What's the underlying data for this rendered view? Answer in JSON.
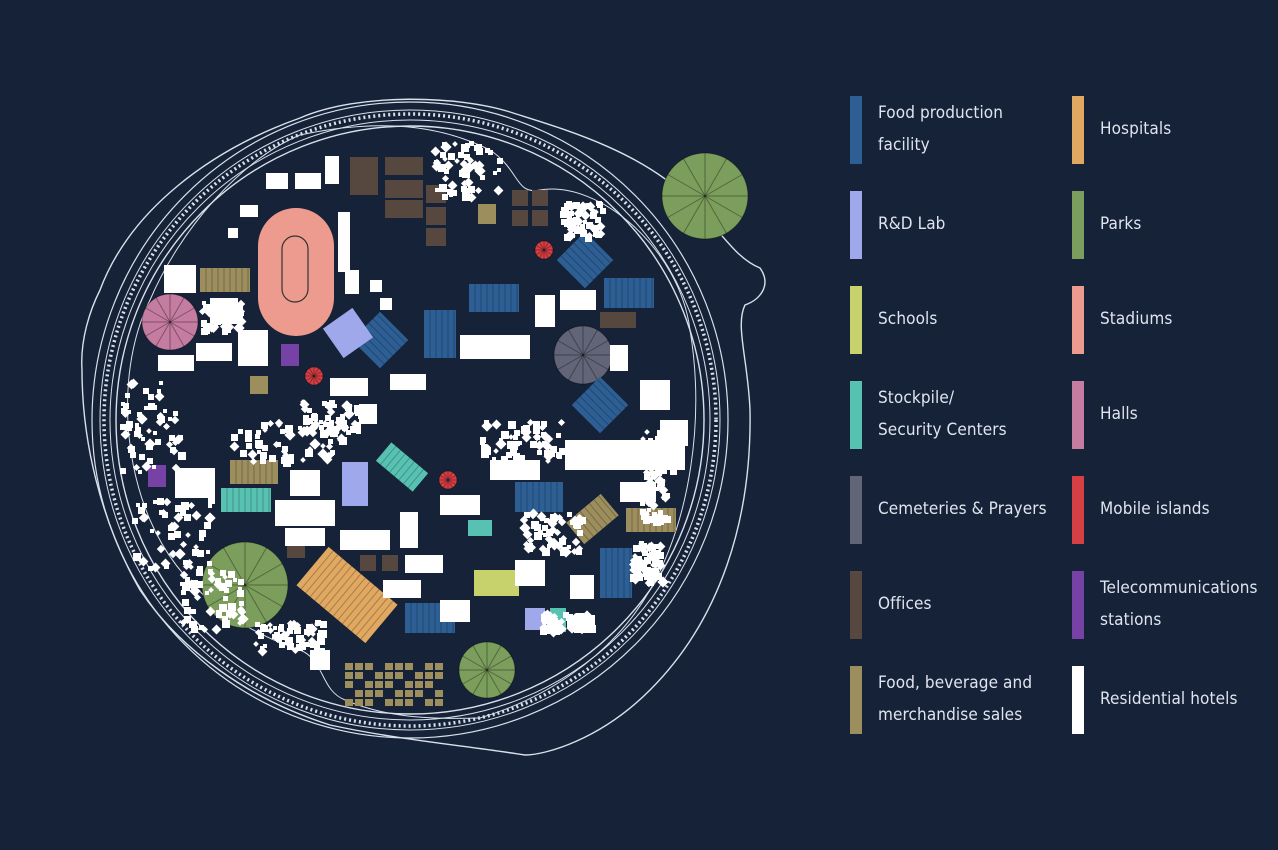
{
  "colors": {
    "background": "#152238",
    "outline": "#e6ebf2"
  },
  "legend": {
    "items": [
      {
        "label": "Food production\nfacility",
        "color": "#2d5f95"
      },
      {
        "label": "Hospitals",
        "color": "#e0a860"
      },
      {
        "label": "R&D Lab",
        "color": "#9ea8ea"
      },
      {
        "label": "Parks",
        "color": "#7c9e5c"
      },
      {
        "label": "Schools",
        "color": "#c8d26c"
      },
      {
        "label": "Stadiums",
        "color": "#ed9b8f"
      },
      {
        "label": "Stockpile/\nSecurity Centers",
        "color": "#58c2b2"
      },
      {
        "label": "Halls",
        "color": "#c47ca0"
      },
      {
        "label": "Cemeteries & Prayers",
        "color": "#626578"
      },
      {
        "label": "Mobile islands",
        "color": "#d63f44"
      },
      {
        "label": "Offices",
        "color": "#56473f"
      },
      {
        "label": "Telecommunications\nstations",
        "color": "#7642a6"
      },
      {
        "label": "Food, beverage and\nmerchandise sales",
        "color": "#9d8e5e"
      },
      {
        "label": "Residential hotels",
        "color": "#ffffff"
      }
    ]
  }
}
